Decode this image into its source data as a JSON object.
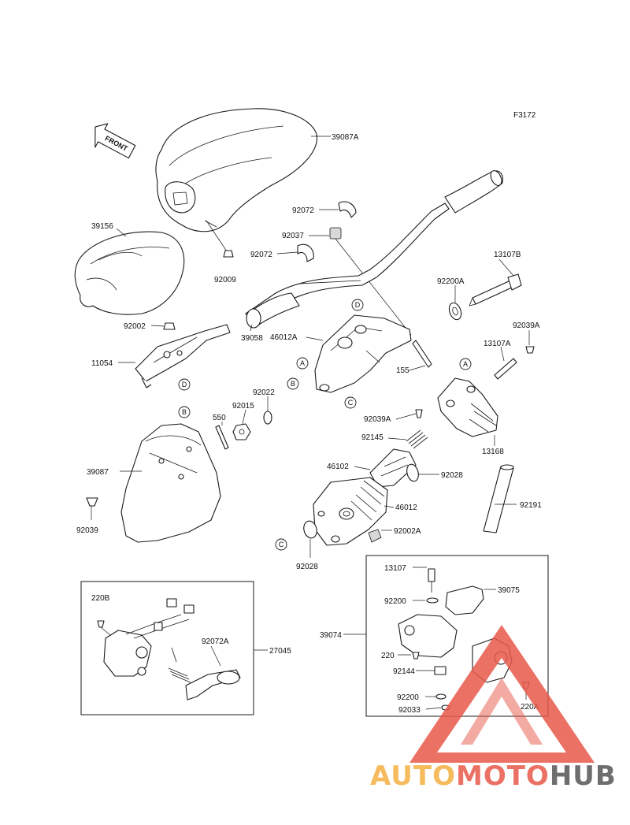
{
  "figure_code": "F3172",
  "front_label": "FRONT",
  "parts": [
    {
      "id": "39087A",
      "label": "39087A"
    },
    {
      "id": "39156",
      "label": "39156"
    },
    {
      "id": "92009",
      "label": "92009"
    },
    {
      "id": "92072-top",
      "label": "92072"
    },
    {
      "id": "92037",
      "label": "92037"
    },
    {
      "id": "92072-mid",
      "label": "92072"
    },
    {
      "id": "13107B",
      "label": "13107B"
    },
    {
      "id": "92200A",
      "label": "92200A"
    },
    {
      "id": "92002",
      "label": "92002"
    },
    {
      "id": "46012A",
      "label": "46012A"
    },
    {
      "id": "11054",
      "label": "11054"
    },
    {
      "id": "39058",
      "label": "39058"
    },
    {
      "id": "92039A-top",
      "label": "92039A"
    },
    {
      "id": "13107A",
      "label": "13107A"
    },
    {
      "id": "155",
      "label": "155"
    },
    {
      "id": "92022",
      "label": "92022"
    },
    {
      "id": "92015",
      "label": "92015"
    },
    {
      "id": "550",
      "label": "550"
    },
    {
      "id": "92039A-mid",
      "label": "92039A"
    },
    {
      "id": "92145",
      "label": "92145"
    },
    {
      "id": "13168",
      "label": "13168"
    },
    {
      "id": "39087",
      "label": "39087"
    },
    {
      "id": "46102",
      "label": "46102"
    },
    {
      "id": "92028-right",
      "label": "92028"
    },
    {
      "id": "92039",
      "label": "92039"
    },
    {
      "id": "46012",
      "label": "46012"
    },
    {
      "id": "92191",
      "label": "92191"
    },
    {
      "id": "92002A",
      "label": "92002A"
    },
    {
      "id": "92028-bottom",
      "label": "92028"
    },
    {
      "id": "220B",
      "label": "220B"
    },
    {
      "id": "92072A",
      "label": "92072A"
    },
    {
      "id": "27045",
      "label": "27045"
    },
    {
      "id": "13107",
      "label": "13107"
    },
    {
      "id": "39075",
      "label": "39075"
    },
    {
      "id": "92200-top",
      "label": "92200"
    },
    {
      "id": "39074",
      "label": "39074"
    },
    {
      "id": "220",
      "label": "220"
    },
    {
      "id": "92144",
      "label": "92144"
    },
    {
      "id": "92200-bottom",
      "label": "92200"
    },
    {
      "id": "92033",
      "label": "92033"
    },
    {
      "id": "220A",
      "label": "220A"
    }
  ],
  "reference_marks": {
    "a": "A",
    "b": "B",
    "c": "C",
    "d": "D"
  },
  "watermark": {
    "part1": "AUTO",
    "part2": "MOTO",
    "part3": "HUB",
    "color_auto": "#f5b041",
    "color_moto": "#e8594a",
    "color_hub": "#555555",
    "triangle_color": "#e8594a"
  }
}
